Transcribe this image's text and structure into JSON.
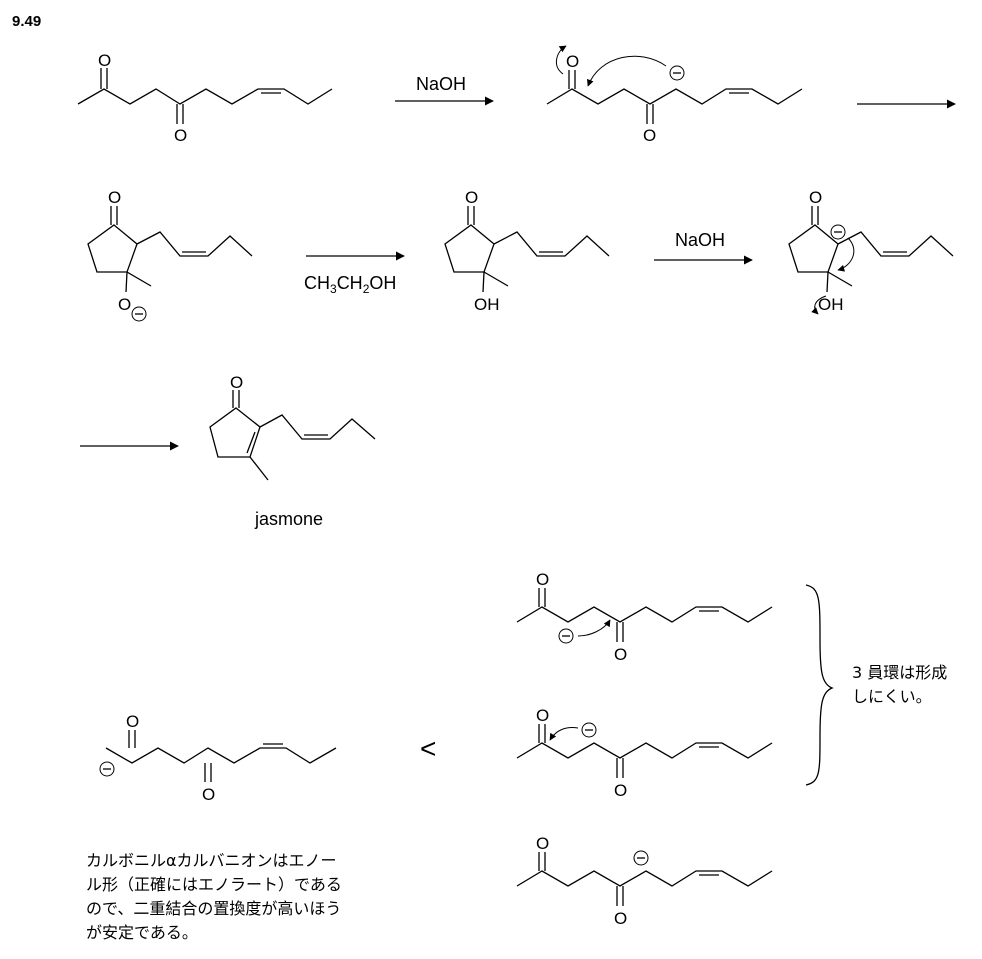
{
  "problem_number": "9.49",
  "labels": {
    "oxygen": "O",
    "hydroxyl": "OH",
    "base": "NaOH",
    "solvent": "CH3CH2OH",
    "product": "jasmone",
    "less_than": "<"
  },
  "notes": {
    "ring_note_line1": "3 員環は形成",
    "ring_note_line2": "しにくい。",
    "stability_line1": "カルボニルαカルバニオンはエノー",
    "stability_line2": "ル形（正確にはエノラート）である",
    "stability_line3": "ので、二重結合の置換度が高いほう",
    "stability_line4": "が安定である。"
  }
}
